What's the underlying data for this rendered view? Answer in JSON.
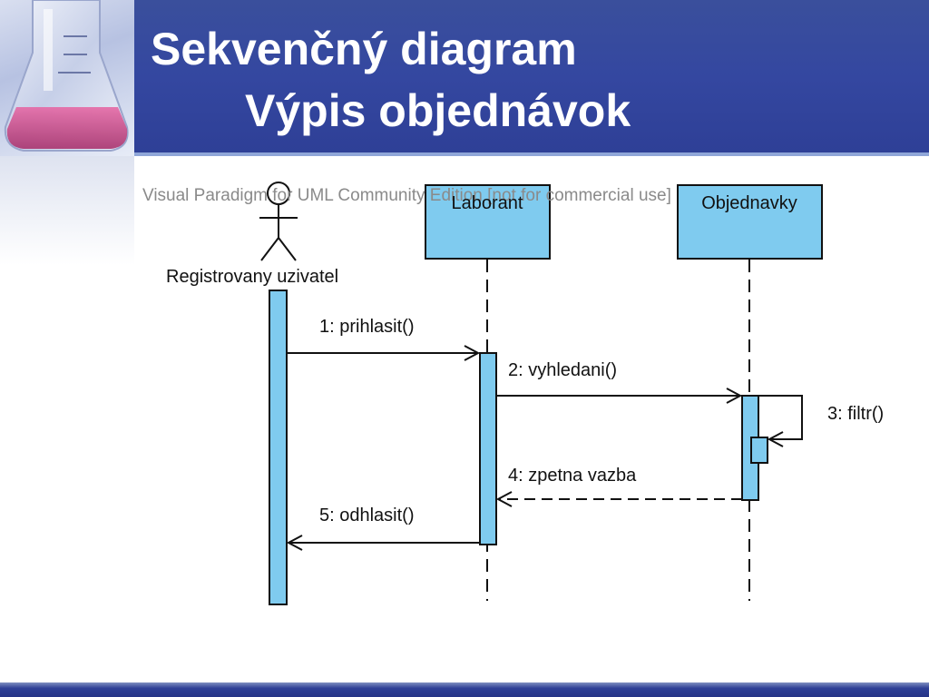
{
  "slide": {
    "title_line1": "Sekvenčný diagram",
    "title_line2": "Výpis objednávok"
  },
  "diagram": {
    "watermark": "Visual Paradigm for UML Community Edition [not for commercial use]",
    "actor": {
      "name": "Registrovany uzivatel"
    },
    "lifelines": [
      {
        "name": "Laborant"
      },
      {
        "name": "Objednavky"
      }
    ],
    "messages": [
      {
        "label": "1: prihlasit()"
      },
      {
        "label": "2: vyhledani()"
      },
      {
        "label": "3: filtr()"
      },
      {
        "label": "4: zpetna vazba"
      },
      {
        "label": "5: odhlasit()"
      }
    ],
    "colors": {
      "box_fill": "#7fcbef",
      "header_bg": "#3447a0",
      "line": "#111111"
    }
  }
}
